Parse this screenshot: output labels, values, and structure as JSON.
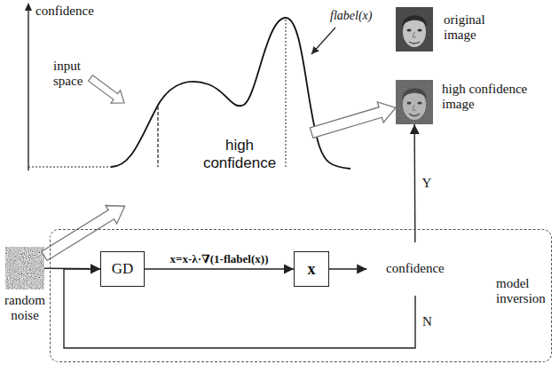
{
  "diagram": {
    "nodes": [
      {
        "text": [
          "input space"
        ]
      },
      {
        "text": [
          "high confidence"
        ],
        "in": 0
      },
      {
        "text": [
          "original image"
        ]
      },
      {
        "text": [
          "high confidence image"
        ]
      },
      {
        "text": [
          "random noise"
        ]
      },
      {
        "text": [
          "model inversion"
        ]
      },
      {
        "text": [
          "GD"
        ],
        "in": 5
      },
      {
        "text": [
          "x"
        ],
        "in": 5
      },
      {
        "text": [
          "confidence"
        ],
        "in": 5
      }
    ],
    "edges": [
      {
        "from": 4,
        "to": 0,
        "arrow": "to"
      },
      {
        "from": 1,
        "to": 3,
        "arrow": "to"
      },
      {
        "from": 4,
        "to": 6,
        "arrow": "to"
      },
      {
        "from": 6,
        "to": 7,
        "label": "x=x-λ·∇(1-flabel(x))",
        "arrow": "to"
      },
      {
        "from": 7,
        "to": 8,
        "arrow": "to"
      },
      {
        "from": 8,
        "to": 3,
        "label": "Y",
        "arrow": "to"
      },
      {
        "from": 8,
        "to": 6,
        "label": "N",
        "arrow": "to"
      }
    ],
    "labels": [
      "confidence",
      "flabel(x)"
    ]
  }
}
